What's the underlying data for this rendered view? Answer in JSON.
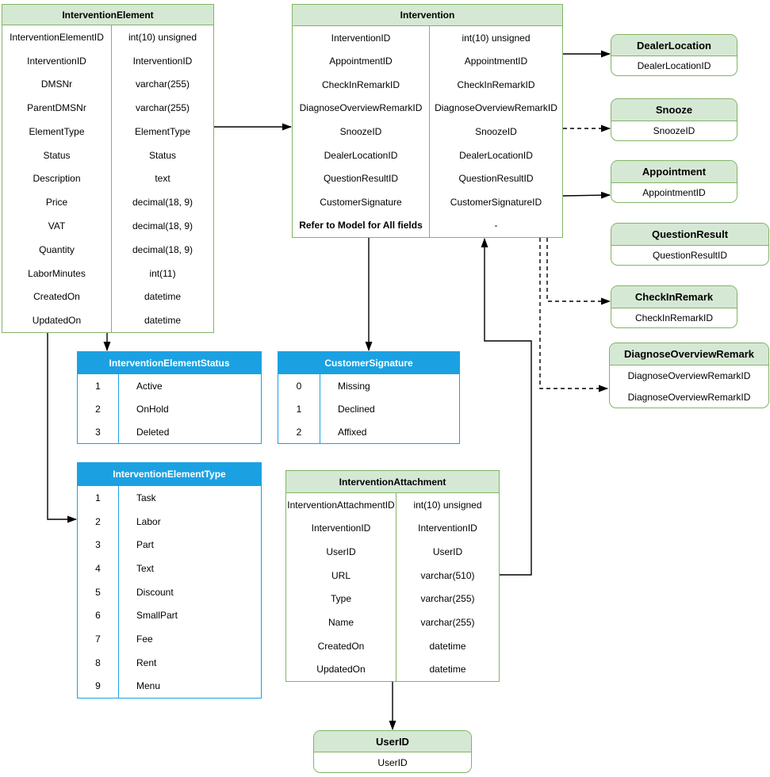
{
  "colors": {
    "entity_fill": "#d5e8d4",
    "entity_border": "#82b366",
    "enum_fill": "#1ba1e2",
    "enum_text": "#ffffff",
    "connector": "#000000",
    "background": "#ffffff"
  },
  "tables": {
    "interventionElement": {
      "title": "InterventionElement",
      "rows": [
        [
          "InterventionElementID",
          "int(10) unsigned"
        ],
        [
          "InterventionID",
          "InterventionID"
        ],
        [
          "DMSNr",
          "varchar(255)"
        ],
        [
          "ParentDMSNr",
          "varchar(255)"
        ],
        [
          "ElementType",
          "ElementType"
        ],
        [
          "Status",
          "Status"
        ],
        [
          "Description",
          "text"
        ],
        [
          "Price",
          "decimal(18, 9)"
        ],
        [
          "VAT",
          "decimal(18, 9)"
        ],
        [
          "Quantity",
          "decimal(18, 9)"
        ],
        [
          "LaborMinutes",
          "int(11)"
        ],
        [
          "CreatedOn",
          "datetime"
        ],
        [
          "UpdatedOn",
          "datetime"
        ]
      ]
    },
    "intervention": {
      "title": "Intervention",
      "rows": [
        [
          "InterventionID",
          "int(10) unsigned"
        ],
        [
          "AppointmentID",
          "AppointmentID"
        ],
        [
          "CheckInRemarkID",
          "CheckInRemarkID"
        ],
        [
          "DiagnoseOverviewRemarkID",
          "DiagnoseOverviewRemarkID"
        ],
        [
          "SnoozeID",
          "SnoozeID"
        ],
        [
          "DealerLocationID",
          "DealerLocationID"
        ],
        [
          "QuestionResultID",
          "QuestionResultID"
        ],
        [
          "CustomerSignature",
          "CustomerSignatureID"
        ],
        [
          "Refer to Model for All fields",
          "-"
        ]
      ]
    },
    "interventionElementStatus": {
      "title": "InterventionElementStatus",
      "rows": [
        [
          "1",
          "Active"
        ],
        [
          "2",
          "OnHold"
        ],
        [
          "3",
          "Deleted"
        ]
      ]
    },
    "customerSignature": {
      "title": "CustomerSignature",
      "rows": [
        [
          "0",
          "Missing"
        ],
        [
          "1",
          "Declined"
        ],
        [
          "2",
          "Affixed"
        ]
      ]
    },
    "interventionElementType": {
      "title": "InterventionElementType",
      "rows": [
        [
          "1",
          "Task"
        ],
        [
          "2",
          "Labor"
        ],
        [
          "3",
          "Part"
        ],
        [
          "4",
          "Text"
        ],
        [
          "5",
          "Discount"
        ],
        [
          "6",
          "SmallPart"
        ],
        [
          "7",
          "Fee"
        ],
        [
          "8",
          "Rent"
        ],
        [
          "9",
          "Menu"
        ]
      ]
    },
    "interventionAttachment": {
      "title": "InterventionAttachment",
      "rows": [
        [
          "InterventionAttachmentID",
          "int(10) unsigned"
        ],
        [
          "InterventionID",
          "InterventionID"
        ],
        [
          "UserID",
          "UserID"
        ],
        [
          "URL",
          "varchar(510)"
        ],
        [
          "Type",
          "varchar(255)"
        ],
        [
          "Name",
          "varchar(255)"
        ],
        [
          "CreatedOn",
          "datetime"
        ],
        [
          "UpdatedOn",
          "datetime"
        ]
      ]
    },
    "userId": {
      "title": "UserID",
      "rows": [
        "UserID"
      ]
    },
    "dealerLocation": {
      "title": "DealerLocation",
      "rows": [
        "DealerLocationID"
      ]
    },
    "snooze": {
      "title": "Snooze",
      "rows": [
        "SnoozeID"
      ]
    },
    "appointment": {
      "title": "Appointment",
      "rows": [
        "AppointmentID"
      ]
    },
    "questionResult": {
      "title": "QuestionResult",
      "rows": [
        "QuestionResultID"
      ]
    },
    "checkInRemark": {
      "title": "CheckInRemark",
      "rows": [
        "CheckInRemarkID"
      ]
    },
    "diagnoseOverviewRemark": {
      "title": "DiagnoseOverviewRemark",
      "rows": [
        "DiagnoseOverviewRemarkID",
        "DiagnoseOverviewRemarkID"
      ]
    }
  },
  "connectors": [
    {
      "from": "InterventionElement",
      "to": "Intervention",
      "style": "solid"
    },
    {
      "from": "InterventionElement",
      "to": "InterventionElementStatus",
      "style": "solid"
    },
    {
      "from": "InterventionElement",
      "to": "InterventionElementType",
      "style": "solid"
    },
    {
      "from": "Intervention",
      "to": "CustomerSignature",
      "style": "solid"
    },
    {
      "from": "Intervention",
      "to": "DealerLocation",
      "style": "solid"
    },
    {
      "from": "Intervention",
      "to": "Snooze",
      "style": "dashed"
    },
    {
      "from": "Intervention",
      "to": "Appointment",
      "style": "solid"
    },
    {
      "from": "Intervention",
      "to": "CheckInRemark",
      "style": "dashed"
    },
    {
      "from": "Intervention",
      "to": "DiagnoseOverviewRemark",
      "style": "dashed"
    },
    {
      "from": "InterventionAttachment",
      "to": "Intervention",
      "style": "solid"
    },
    {
      "from": "InterventionAttachment",
      "to": "UserID",
      "style": "solid"
    }
  ]
}
